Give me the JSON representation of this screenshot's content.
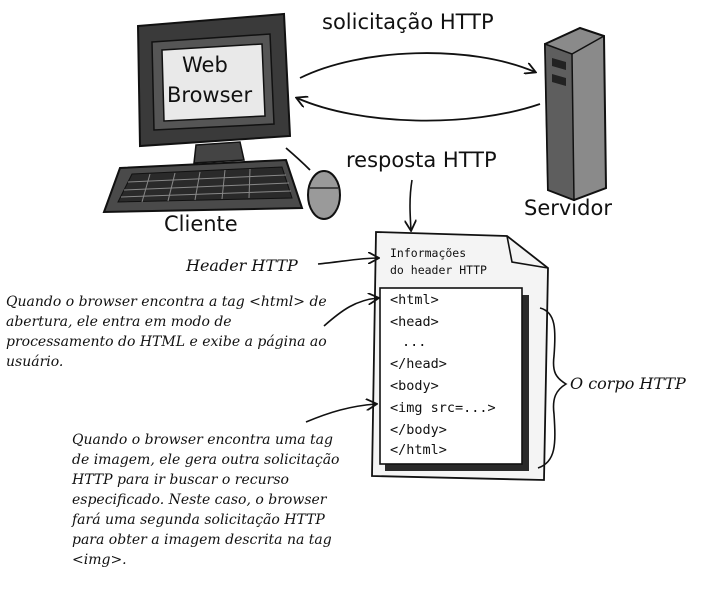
{
  "labels": {
    "request": "solicitação HTTP",
    "response": "resposta HTTP",
    "client": "Cliente",
    "server": "Servidor",
    "browser_line1": "Web",
    "browser_line2": "Browser",
    "header": "Header HTTP",
    "body": "O corpo HTTP"
  },
  "doc": {
    "header_line1": "Informações",
    "header_line2": "do header HTTP",
    "code_lines": [
      "<html>",
      "<head>",
      "...",
      "</head>",
      "<body>",
      "<img src=...>",
      "</body>",
      "</html>"
    ]
  },
  "notes": {
    "html_tag": "Quando o browser encontra a tag <html> de abertura, ele entra em modo de processamento do HTML e exibe a página ao usuário.",
    "img_tag": "Quando o browser encontra uma tag de imagem, ele gera outra solicitação HTTP para ir buscar o recurso especificado. Neste caso, o browser fará uma segunda solicitação HTTP para obter a imagem descrita na tag <img>."
  }
}
